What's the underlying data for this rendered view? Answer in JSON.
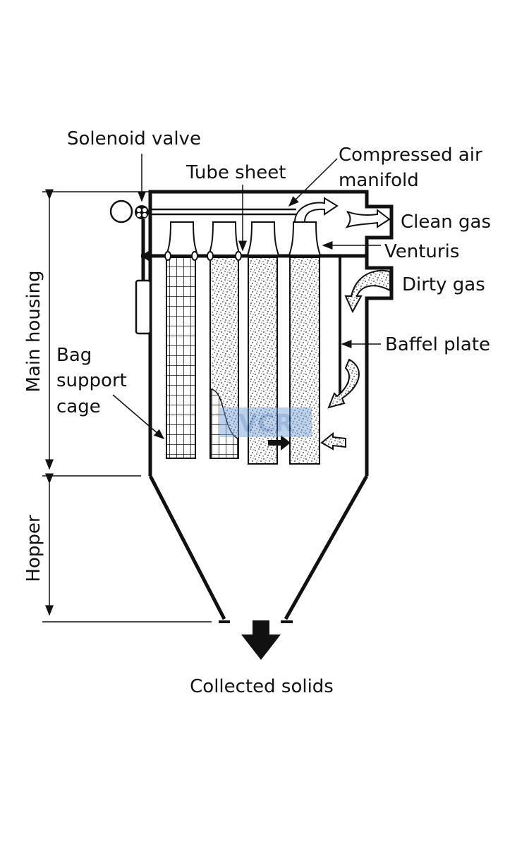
{
  "title": "Baghouse dust collector diagram",
  "labels": {
    "solenoid_valve": "Solenoid valve",
    "tube_sheet": "Tube sheet",
    "compressed_air_1": "Compressed air",
    "compressed_air_2": "manifold",
    "clean_gas": "Clean gas",
    "venturis": "Venturis",
    "dirty_gas": "Dirty gas",
    "baffel_plate": "Baffel plate",
    "bag_1": "Bag",
    "bag_2": "support",
    "bag_3": "cage",
    "main_housing": "Main housing",
    "hopper": "Hopper",
    "collected_solids": "Collected solids"
  },
  "watermark": "VCR",
  "colors": {
    "line": "#111111",
    "watermark": "#6fa0d8"
  }
}
